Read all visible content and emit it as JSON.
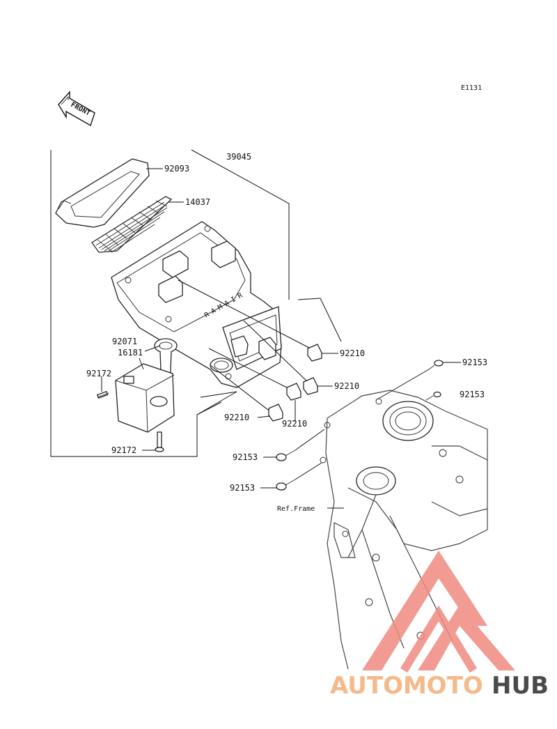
{
  "diagram_code": "E1131",
  "front_indicator": "FRONT",
  "parts": {
    "p39045": "39045",
    "p92093": "92093",
    "p14037": "14037",
    "p92071": "92071",
    "p16181": "16181",
    "p92172_top": "92172",
    "p92172_bottom": "92172",
    "p92210_a": "92210",
    "p92210_b": "92210",
    "p92210_c": "92210",
    "p92210_d": "92210",
    "p92153_a": "92153",
    "p92153_b": "92153",
    "p92153_c": "92153",
    "p92153_d": "92153"
  },
  "ref_frame": "Ref.Frame",
  "watermark": {
    "part1": "AUTOMOTO",
    "part2": "HUB",
    "color1": "#f5b98a",
    "color2": "#4a4a4a",
    "logo_color": "#f08a80"
  }
}
